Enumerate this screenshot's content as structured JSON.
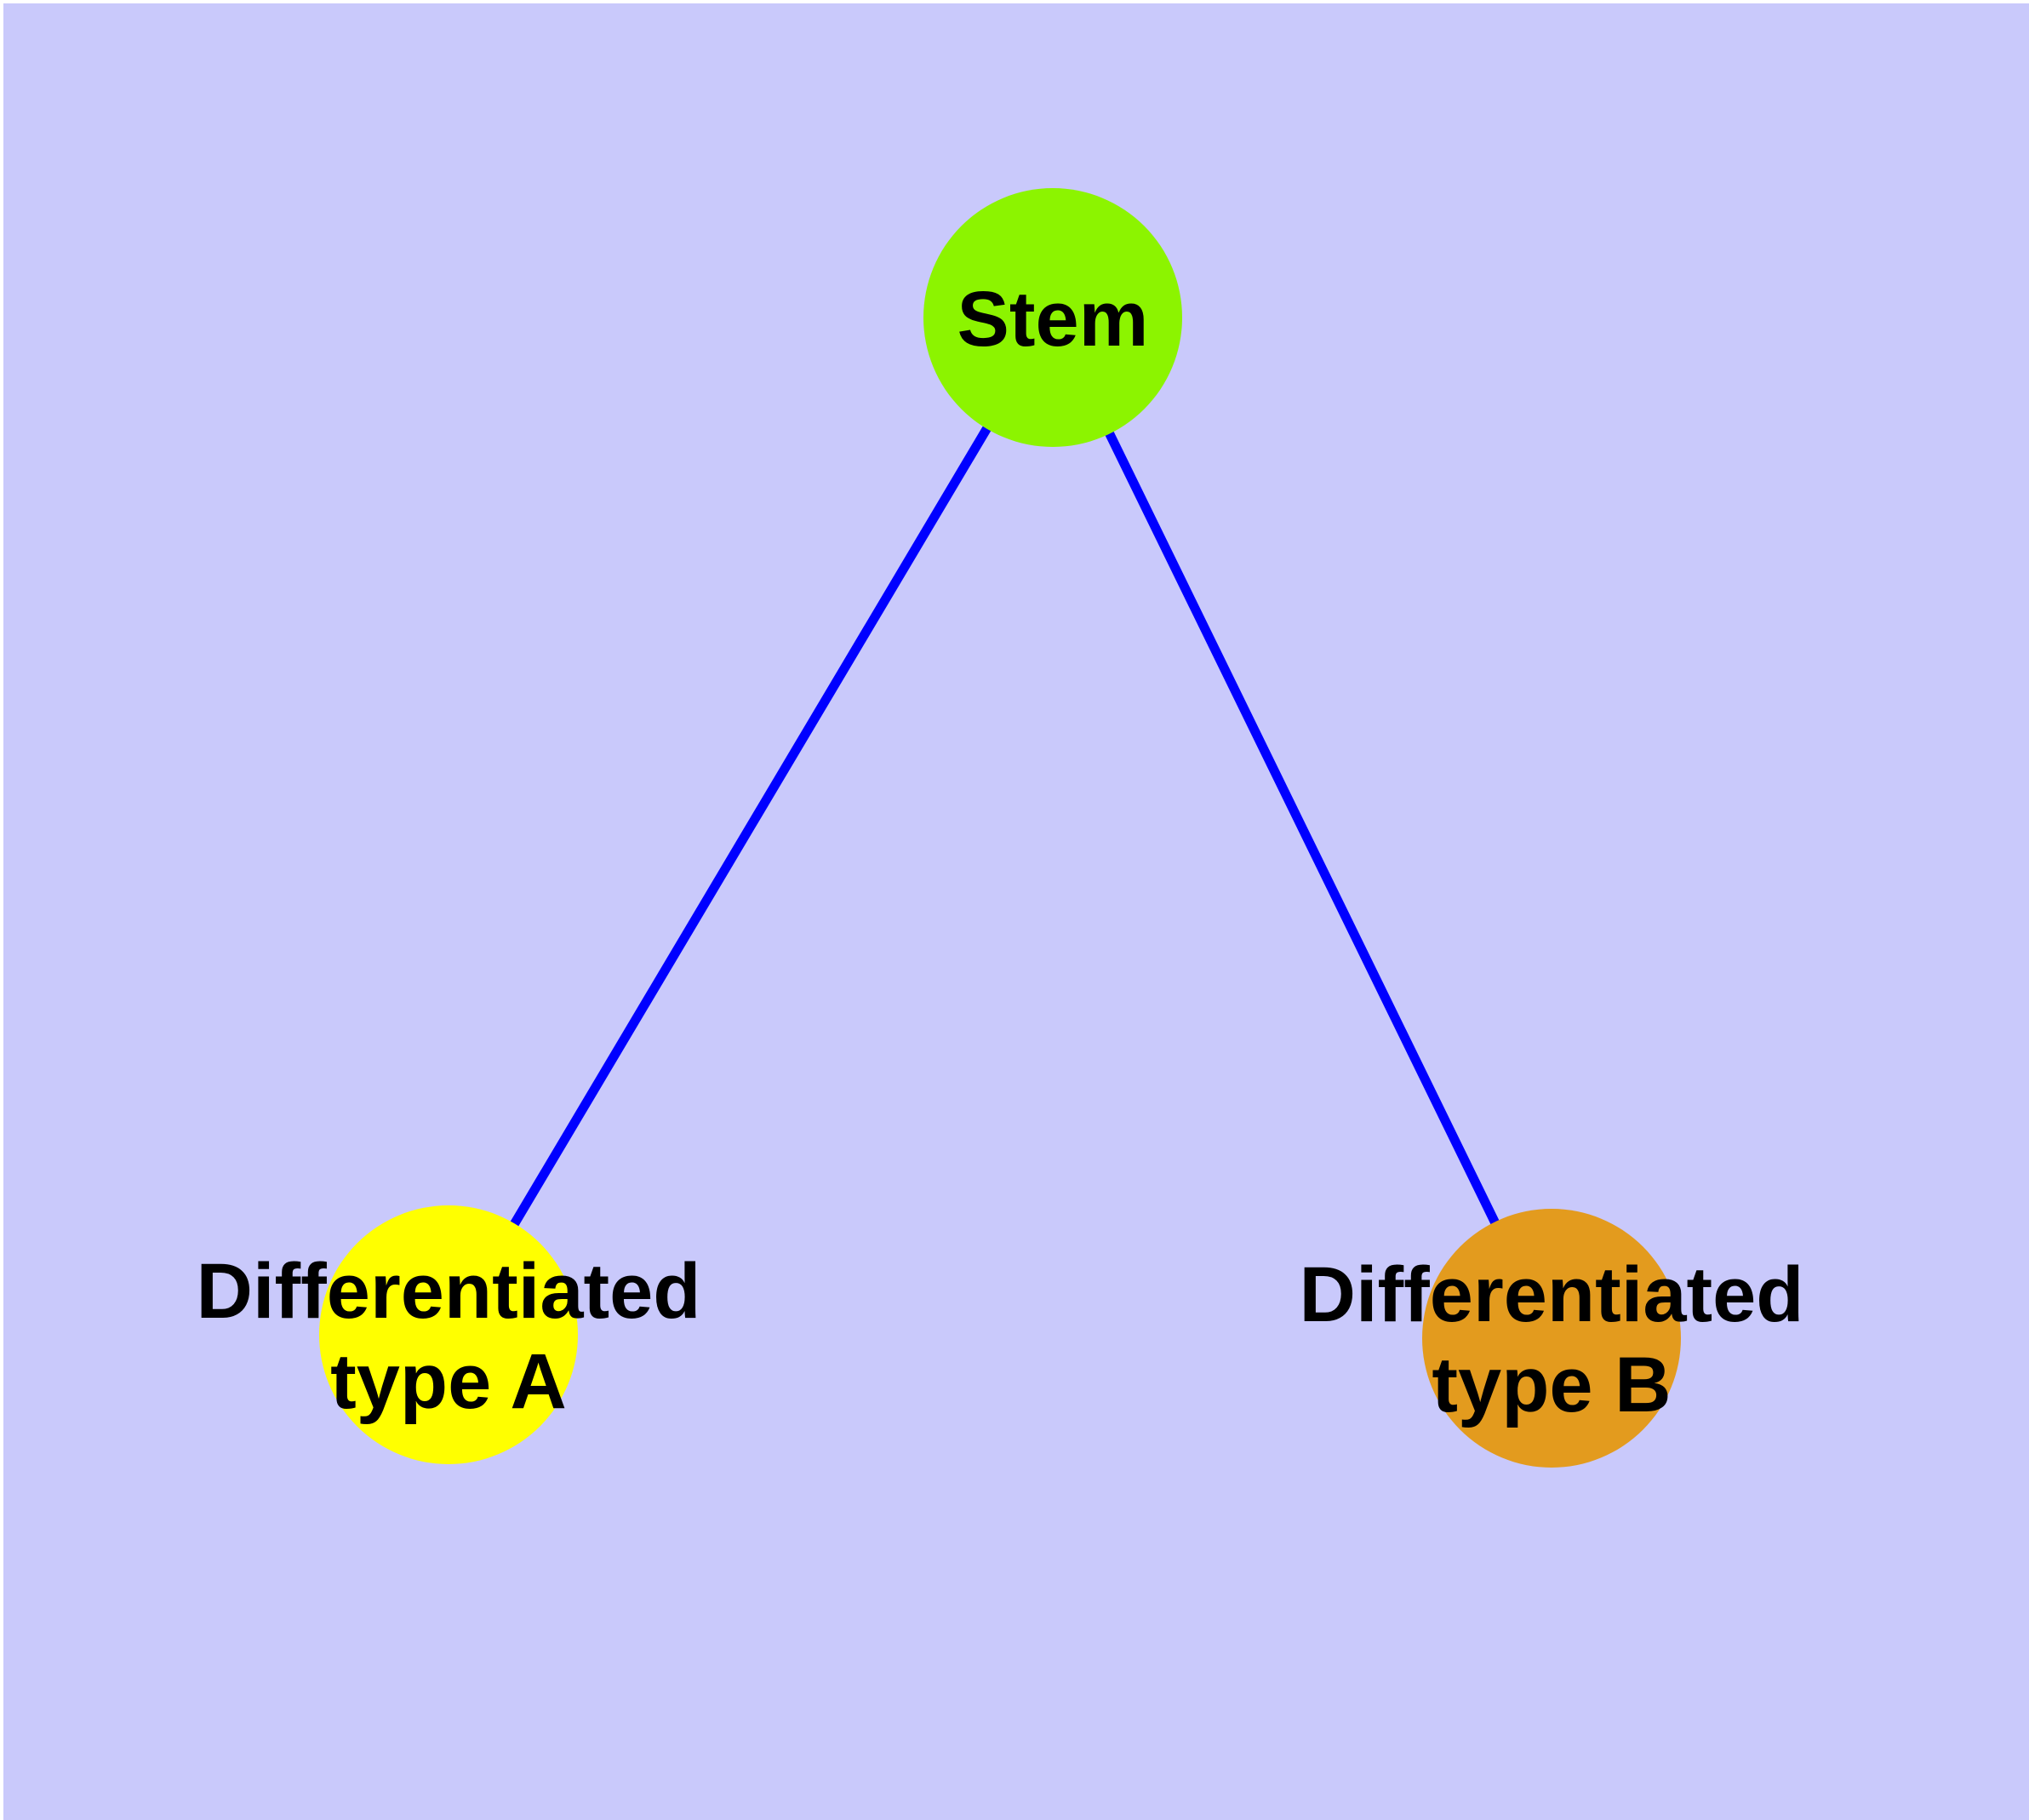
{
  "diagram": {
    "background_color": "#C9C9FB",
    "edge_color": "#0000FF",
    "node_border_color": "#747474",
    "label_color": "#000000",
    "nodes": {
      "stem": {
        "label": "Stem",
        "color": "#8CF400"
      },
      "type_a": {
        "label_line1": "Differentiated",
        "label_line2": "type A",
        "color": "#FFFF00"
      },
      "type_b": {
        "label_line1": "Differentiated",
        "label_line2": "type B",
        "color": "#E39B1E"
      }
    },
    "edges": [
      {
        "from": "Stem",
        "to": "Differentiated type A"
      },
      {
        "from": "Stem",
        "to": "Differentiated type B"
      }
    ]
  }
}
